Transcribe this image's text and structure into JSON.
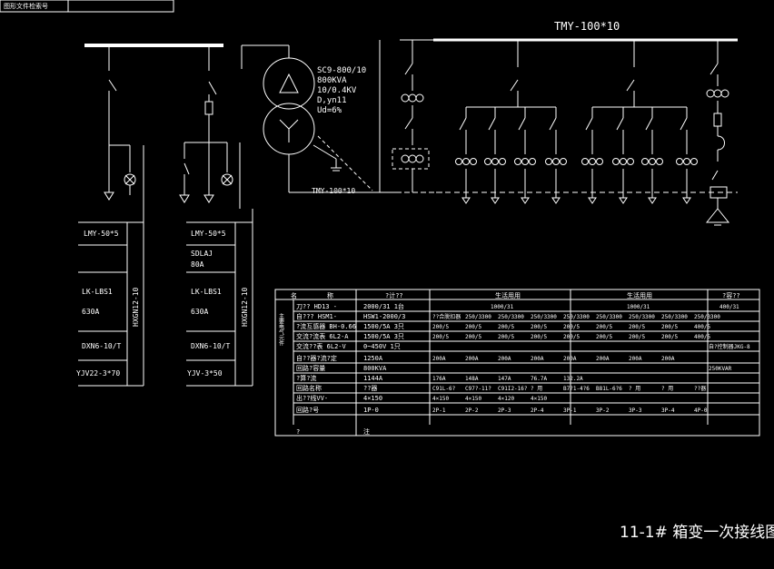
{
  "stamp": {
    "label": "图形文件检索号"
  },
  "busbar": {
    "right_label": "TMY-100*10",
    "link_label": "TMY-100*10"
  },
  "transformer": {
    "lines": [
      "SC9-800/10",
      "800KVA",
      "10/0.4KV",
      "D,yn11",
      "Ud=6%"
    ]
  },
  "hv_left": {
    "items": [
      "LMY-50*5",
      "LK-LBS1",
      "630A",
      "DXN6-10/T",
      "YJV22-3*70"
    ],
    "vertical": "HXGN12-10"
  },
  "hv_right": {
    "items": [
      "LMY-50*5",
      "SDLAJ",
      "80A",
      "LK-LBS1",
      "630A",
      "DXN6-10/T",
      "YJV-3*50"
    ],
    "vertical": "HXGN12-10"
  },
  "table": {
    "header": [
      "名",
      "称",
      "?计??",
      "生活用用",
      "生活用用",
      "?容??"
    ],
    "side_label": "主要电气元件",
    "rows": [
      [
        "刀??  HD13 -",
        "2000/31  1台",
        "1000/31",
        "1000/31",
        "400/31"
      ],
      [
        "自???  HSM1-",
        "HSW1-2000/3",
        "??合脱扣器",
        "250/3300",
        "250/3300",
        "250/3300",
        "250/3300",
        "250/3300",
        "250/3300",
        "250/3300",
        "250/3300"
      ],
      [
        "?流互感器  BH-0.66",
        "1500/5A  3只",
        "200/5",
        "200/5",
        "200/5",
        "200/5",
        "200/5",
        "200/5",
        "200/5",
        "200/5",
        "400/5"
      ],
      [
        "交流?流表  6L2-A",
        "1500/5A  3只",
        "200/5",
        "200/5",
        "200/5",
        "200/5",
        "200/5",
        "200/5",
        "200/5",
        "200/5",
        "400/5"
      ],
      [
        "交流??表  6L2-V",
        "0~450V  1只",
        "自?控制器JKG-8"
      ],
      [
        "自??器?流?定",
        "1250A",
        "200A",
        "200A",
        "200A",
        "200A",
        "200A",
        "200A",
        "200A",
        "200A"
      ],
      [
        "回路?容量",
        "800KVA",
        "250KVAR"
      ],
      [
        "?算?流",
        "1144A",
        "176A",
        "148A",
        "147A",
        "76.7A",
        "132.2A"
      ],
      [
        "回路名称",
        "??器",
        "C91L-6?",
        "C97?-11?",
        "C91I2-16?",
        "? 用",
        "B7?1-4?6",
        "B81L-6?6",
        "? 用",
        "? 用",
        "??器"
      ],
      [
        "出??线VV-",
        "4×150",
        "4×150",
        "4×150",
        "4×120",
        "4×150"
      ],
      [
        "回路?号",
        "1P-0",
        "2P-1",
        "2P-2",
        "2P-3",
        "2P-4",
        "3P-1",
        "3P-2",
        "3P-3",
        "3P-4",
        "4P-0"
      ],
      [
        "?",
        "注"
      ]
    ]
  },
  "drawing_title": "11-1# 箱变一次接线图"
}
